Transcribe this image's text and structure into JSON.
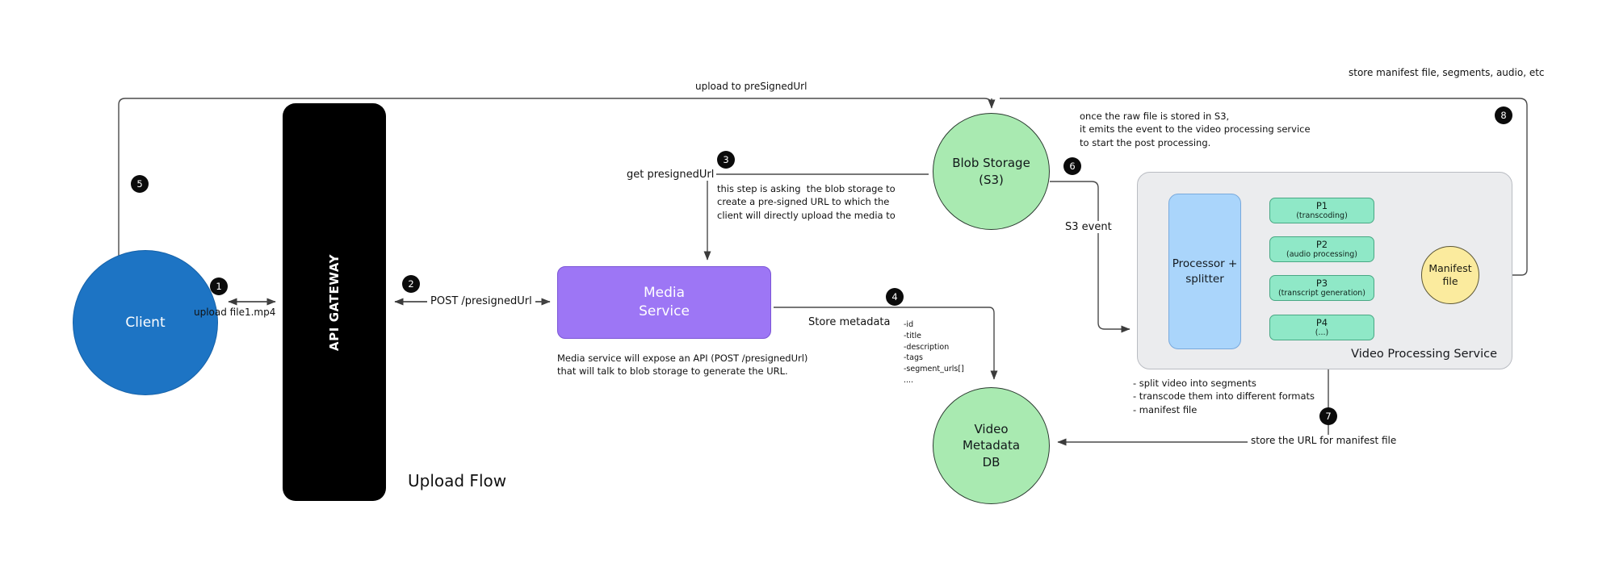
{
  "diagram": {
    "title": "Upload Flow",
    "nodes": {
      "client": "Client",
      "api_gateway": "API GATEWAY",
      "media_service_line1": "Media",
      "media_service_line2": "Service",
      "blob_storage_line1": "Blob Storage",
      "blob_storage_line2": "(S3)",
      "video_metadata_db_line1": "Video",
      "video_metadata_db_line2": "Metadata",
      "video_metadata_db_line3": "DB",
      "processor_splitter_line1": "Processor +",
      "processor_splitter_line2": "splitter",
      "manifest_line1": "Manifest",
      "manifest_line2": "file",
      "video_processing_service": "Video Processing Service"
    },
    "processors": [
      {
        "name": "P1",
        "sub": "(transcoding)"
      },
      {
        "name": "P2",
        "sub": "(audio processing)"
      },
      {
        "name": "P3",
        "sub": "(transcript generation)"
      },
      {
        "name": "P4",
        "sub": "(...)"
      }
    ],
    "steps": [
      {
        "number": "1",
        "label": "upload file1.mp4"
      },
      {
        "number": "2",
        "label": "POST /presignedUrl"
      },
      {
        "number": "3",
        "label": "get presignedUrl"
      },
      {
        "number": "4",
        "label": "Store metadata"
      },
      {
        "number": "5",
        "label": "upload to preSignedUrl"
      },
      {
        "number": "6",
        "label": "S3 event"
      },
      {
        "number": "7",
        "label": "store the URL for manifest file"
      },
      {
        "number": "8",
        "label": "store manifest file, segments, audio, etc"
      }
    ],
    "notes": {
      "step3_note": "this step is asking  the blob storage to\ncreate a pre-signed URL to which the\nclient will directly upload the media to",
      "media_service_note": "Media service will expose an API (POST /presignedUrl)\nthat will talk to blob storage to generate the URL.",
      "step6_note": "once the raw file is stored in S3,\nit emits the event to the video processing service\nto start the post processing.",
      "metadata_fields": "-id\n-title\n-description\n-tags\n-segment_urls[]\n....",
      "processing_bullets": "- split video into segments\n- transcode them into different formats\n- manifest file"
    },
    "colors": {
      "client": "#1d74c4",
      "gateway": "#000000",
      "media_service": "#9d76f5",
      "storage_green": "#a9eab1",
      "splitter_blue": "#aad5fb",
      "processor_teal": "#8fe8c7",
      "manifest_yellow": "#fbeb9e",
      "service_panel": "#ebecee",
      "badge": "#0b0b0b",
      "line": "#4a4a4a"
    }
  }
}
